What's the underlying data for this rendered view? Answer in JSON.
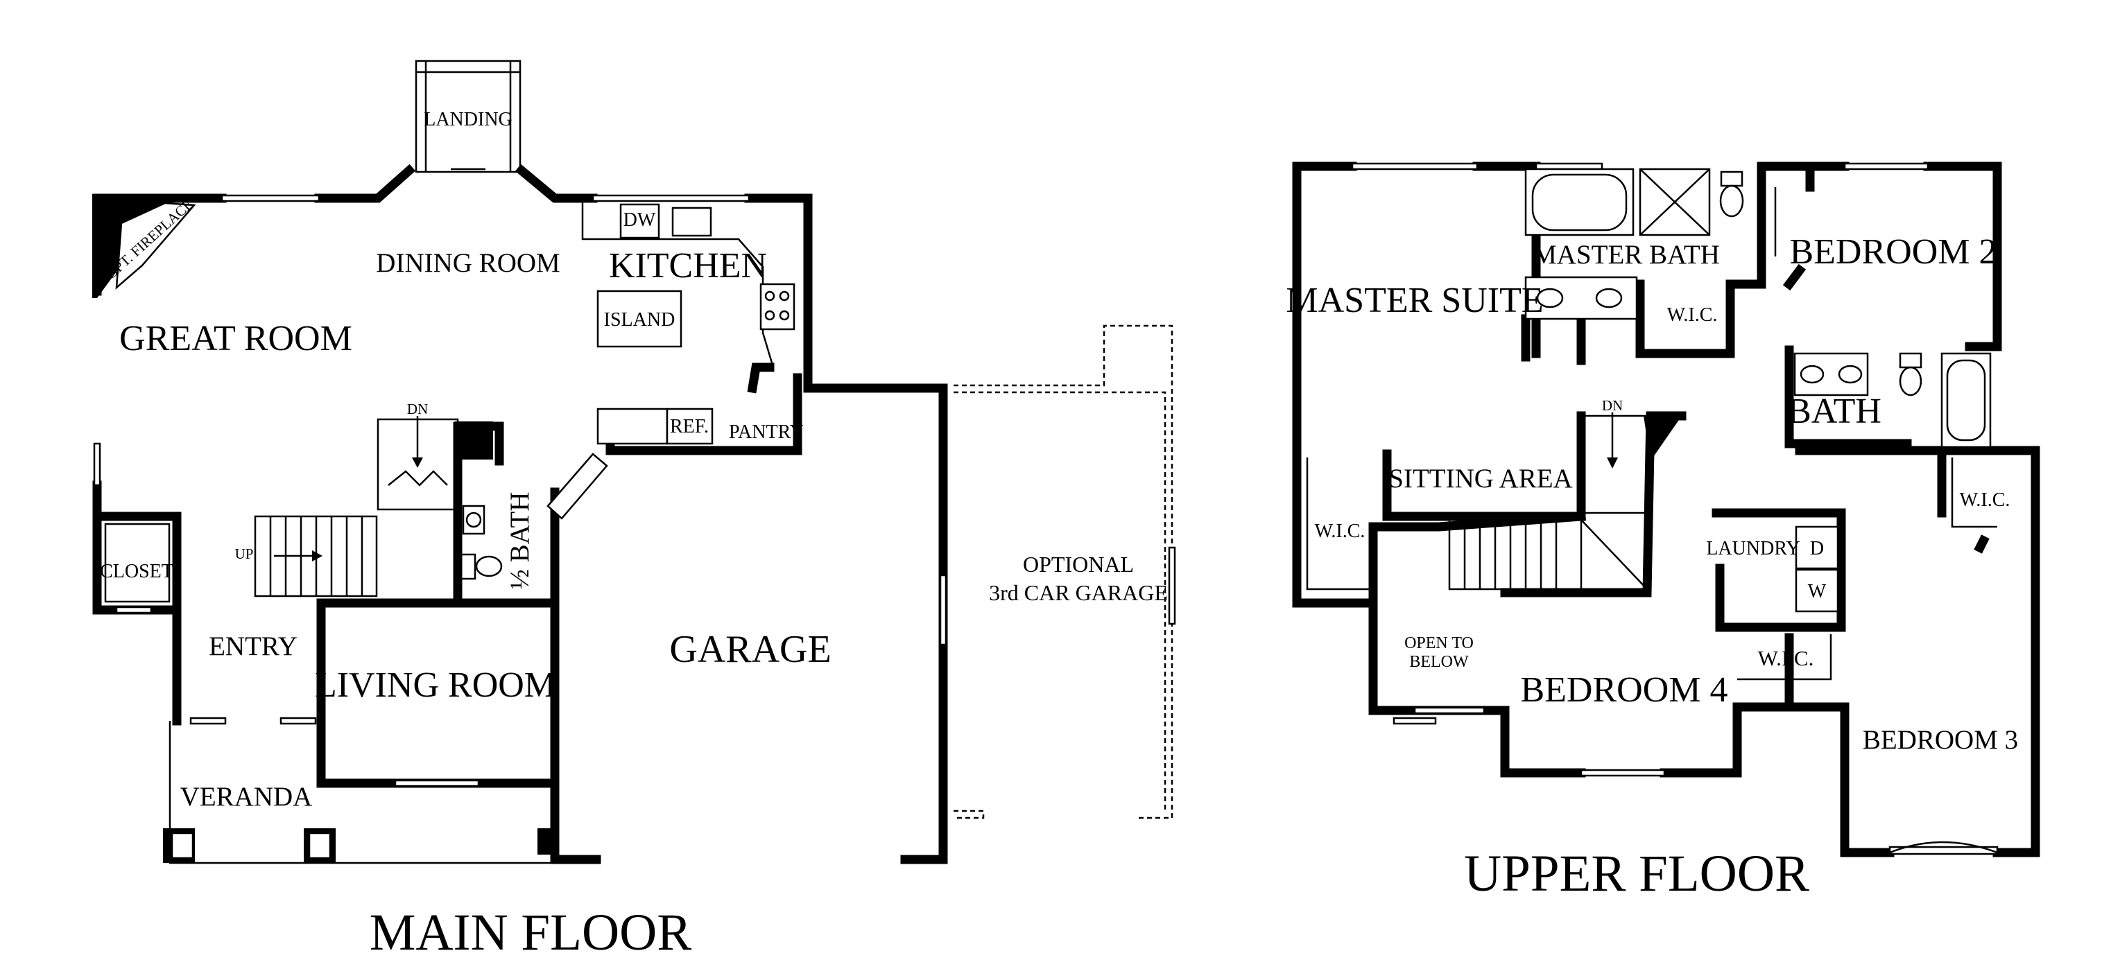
{
  "main_floor": {
    "title": "MAIN FLOOR",
    "rooms": {
      "landing": "LANDING",
      "opt_fireplace": "OPT. FIREPLACE",
      "dining_room": "DINING ROOM",
      "kitchen": "KITCHEN",
      "dishwasher": "DW",
      "island": "ISLAND",
      "great_room": "GREAT ROOM",
      "down": "DN",
      "refrigerator": "REF.",
      "pantry": "PANTRY",
      "up": "UP",
      "half_bath": "½ BATH",
      "closet": "CLOSET",
      "entry": "ENTRY",
      "living_room": "LIVING ROOM",
      "garage": "GARAGE",
      "optional_garage_line1": "OPTIONAL",
      "optional_garage_line2": "3rd CAR GARAGE",
      "veranda": "VERANDA"
    }
  },
  "upper_floor": {
    "title": "UPPER FLOOR",
    "rooms": {
      "master_bath": "MASTER BATH",
      "bedroom_2": "BEDROOM 2",
      "master_suite": "MASTER SUITE",
      "master_wic": "W.I.C.",
      "bath": "BATH",
      "down": "DN",
      "sitting_area": "SITTING AREA",
      "suite_wic": "W.I.C.",
      "bedroom3_wic": "W.I.C.",
      "laundry": "LAUNDRY",
      "dryer": "D",
      "washer": "W",
      "open_to_below_line1": "OPEN TO",
      "open_to_below_line2": "BELOW",
      "bedroom4_wic": "W.I.C.",
      "bedroom_4": "BEDROOM 4",
      "bedroom_3": "BEDROOM 3"
    }
  }
}
